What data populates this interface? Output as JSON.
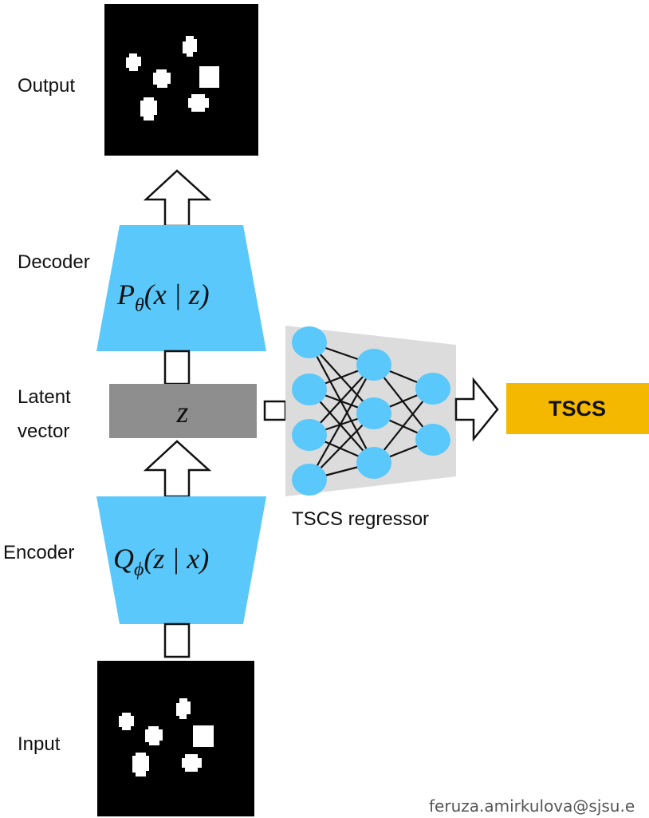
{
  "labels": {
    "output": "Output",
    "decoder": "Decoder",
    "latent_line1": "Latent",
    "latent_line2": "vector",
    "encoder": "Encoder",
    "input": "Input",
    "regressor": "TSCS regressor",
    "tscs": "TSCS",
    "email": "feruza.amirkulova@sjsu.e"
  },
  "math": {
    "decoder_P": "P",
    "decoder_sub": "θ",
    "decoder_args": "(x | z)",
    "encoder_Q": "Q",
    "encoder_sub": "ϕ",
    "encoder_args": "(z | x)",
    "latent": "z"
  },
  "colors": {
    "trapezoid": "#5ac8fa",
    "node": "#5ac8fa",
    "latent_box": "#8e8e8e",
    "network_bg": "#dcdcdc",
    "tscs_box": "#f5b800",
    "image_bg": "#000000",
    "blob": "#ffffff"
  },
  "icons": {
    "output_image": "white-blobs-on-black-image",
    "input_image": "white-blobs-on-black-image",
    "arrows": "hollow-block-arrow",
    "regressor": "neural-network-icon"
  },
  "network": {
    "layer_sizes": [
      4,
      3,
      2
    ]
  }
}
